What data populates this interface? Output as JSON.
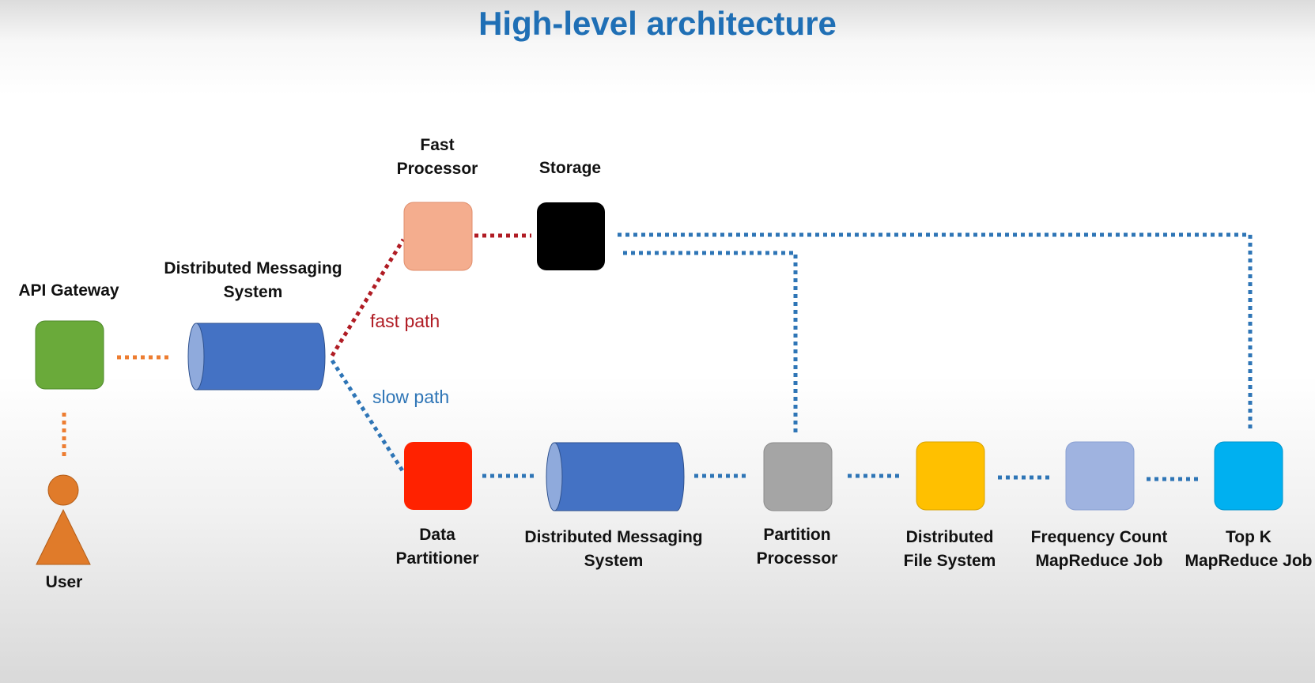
{
  "title": "High-level architecture",
  "labels": {
    "api_gateway": "API Gateway",
    "dms_top": [
      "Distributed Messaging",
      "System"
    ],
    "fast_processor": [
      "Fast",
      "Processor"
    ],
    "storage": "Storage",
    "user": "User",
    "data_partitioner": [
      "Data",
      "Partitioner"
    ],
    "dms_bottom": [
      "Distributed Messaging",
      "System"
    ],
    "partition_processor": [
      "Partition",
      "Processor"
    ],
    "dfs": [
      "Distributed",
      "File System"
    ],
    "freq_count": [
      "Frequency Count",
      "MapReduce Job"
    ],
    "top_k": [
      "Top K",
      "MapReduce Job"
    ]
  },
  "paths": {
    "fast": "fast path",
    "slow": "slow path"
  },
  "colors": {
    "title": "#1f6fb5",
    "api_gateway": "#6aaa3a",
    "cylinder": "#4472c4",
    "cylinder_end": "#8faadc",
    "fast_processor": "#f4ad8e",
    "storage": "#000000",
    "data_partitioner": "#ff2200",
    "partition_processor": "#a5a5a5",
    "dfs": "#ffc000",
    "freq_count": "#9fb3e0",
    "top_k": "#00b0f0",
    "user": "#e07b2a",
    "fast_line": "#b01c24",
    "slow_line": "#2e75b6",
    "orange_line": "#ed7d31"
  }
}
